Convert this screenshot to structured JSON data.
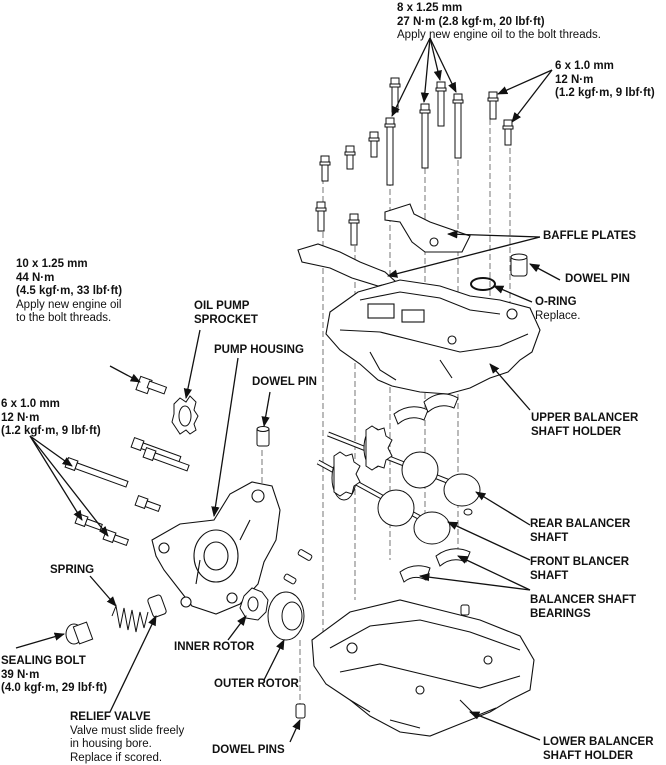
{
  "labels": {
    "bolt_8x125": {
      "spec": "8 x 1.25 mm",
      "torque": "27 N·m (2.8 kgf·m, 20 lbf·ft)",
      "note": "Apply new engine oil to the bolt threads."
    },
    "bolt_6x10_top": {
      "spec": "6 x 1.0 mm",
      "torque": "12 N·m",
      "torque_alt": "(1.2 kgf·m, 9 lbf·ft)"
    },
    "baffle_plates": "BAFFLE PLATES",
    "dowel_pin_right": "DOWEL PIN",
    "o_ring": {
      "name": "O-RING",
      "note": "Replace."
    },
    "bolt_10x125": {
      "spec": "10 x 1.25 mm",
      "torque": "44 N·m",
      "torque_alt": "(4.5 kgf·m, 33 lbf·ft)",
      "note1": "Apply new engine oil",
      "note2": "to the bolt threads."
    },
    "oil_pump_sprocket": {
      "line1": "OIL PUMP",
      "line2": "SPROCKET"
    },
    "pump_housing": "PUMP HOUSING",
    "dowel_pin_left": "DOWEL PIN",
    "upper_holder": {
      "line1": "UPPER BALANCER",
      "line2": "SHAFT HOLDER"
    },
    "bolt_6x10_left": {
      "spec": "6 x 1.0 mm",
      "torque": "12 N·m",
      "torque_alt": "(1.2 kgf·m, 9 lbf·ft)"
    },
    "rear_shaft": {
      "line1": "REAR BALANCER",
      "line2": "SHAFT"
    },
    "front_shaft": {
      "line1": "FRONT BLANCER",
      "line2": "SHAFT"
    },
    "spring": "SPRING",
    "bearings": {
      "line1": "BALANCER SHAFT",
      "line2": "BEARINGS"
    },
    "inner_rotor": "INNER ROTOR",
    "sealing_bolt": {
      "name": "SEALING BOLT",
      "torque": "39 N·m",
      "torque_alt": "(4.0 kgf·m, 29 lbf·ft)"
    },
    "outer_rotor": "OUTER ROTOR",
    "relief_valve": {
      "name": "RELIEF VALVE",
      "note1": "Valve must slide freely",
      "note2": "in housing bore.",
      "note3": "Replace if scored."
    },
    "dowel_pins": "DOWEL PINS",
    "lower_holder": {
      "line1": "LOWER BALANCER",
      "line2": "SHAFT HOLDER"
    }
  }
}
